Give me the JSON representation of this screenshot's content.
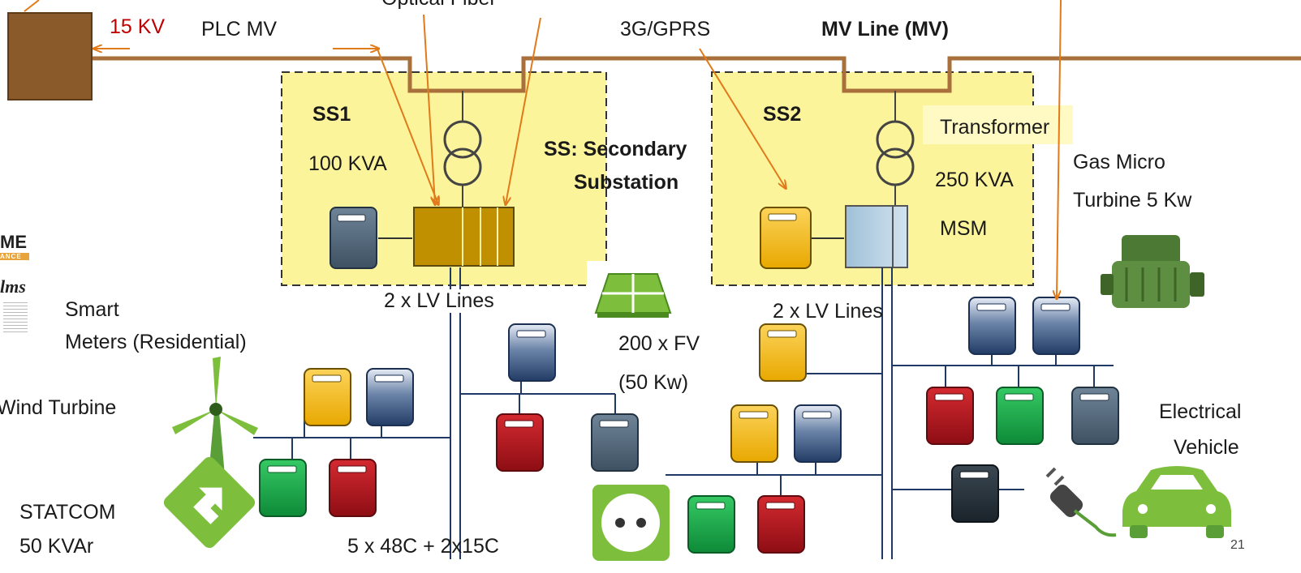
{
  "labels": {
    "kv": "15 KV",
    "plc": "PLC MV",
    "optical": "Optical Fiber",
    "gprs": "3G/GPRS",
    "mvline": "MV Line (MV)",
    "ss1": "SS1",
    "kva100": "100 KVA",
    "ss_def_1": "SS: Secondary",
    "ss_def_2": "Substation",
    "ss2": "SS2",
    "transformer": "Transformer",
    "kva250": "250 KVA",
    "msm": "MSM",
    "gas_1": "Gas Micro",
    "gas_2": "Turbine 5 Kw",
    "lv1": "2 x LV Lines",
    "lv2": "2 x LV Lines",
    "smart_1": "Smart",
    "smart_2": "Meters (Residential)",
    "fv_1": "200 x FV",
    "fv_2": "(50 Kw)",
    "wind": "Wind Turbine",
    "ev_1": "Electrical",
    "ev_2": "Vehicle",
    "statcom_1": "STATCOM",
    "statcom_2": "50 KVAr",
    "cable": "5 x 48C + 2x15C",
    "page": "21",
    "logo1": "ME",
    "logo1_sub": "ANCE",
    "logo2": "lms"
  },
  "colors": {
    "mv_line": "#a9703b",
    "feed_box": "#8b5a2b",
    "arrow": "#e07a1a",
    "ss_fill": "#fcf49a",
    "kv_text": "#c00000",
    "lv_line": "#1f3864",
    "meter_slate": "#4f6476",
    "meter_navy": "#2c4b78",
    "meter_yellow": "#f2b800",
    "meter_green": "#18a84a",
    "meter_red": "#b3141c",
    "meter_black": "#243038",
    "concentrator": "#c09000",
    "msm_box": "#aecbe0",
    "solar": "#7dbf3c"
  },
  "icons": [
    "transformer-icon",
    "solar-panel-icon",
    "wind-turbine-icon",
    "gas-turbine-icon",
    "plug-icon",
    "electric-car-icon",
    "statcom-icon",
    "socket-icon"
  ]
}
